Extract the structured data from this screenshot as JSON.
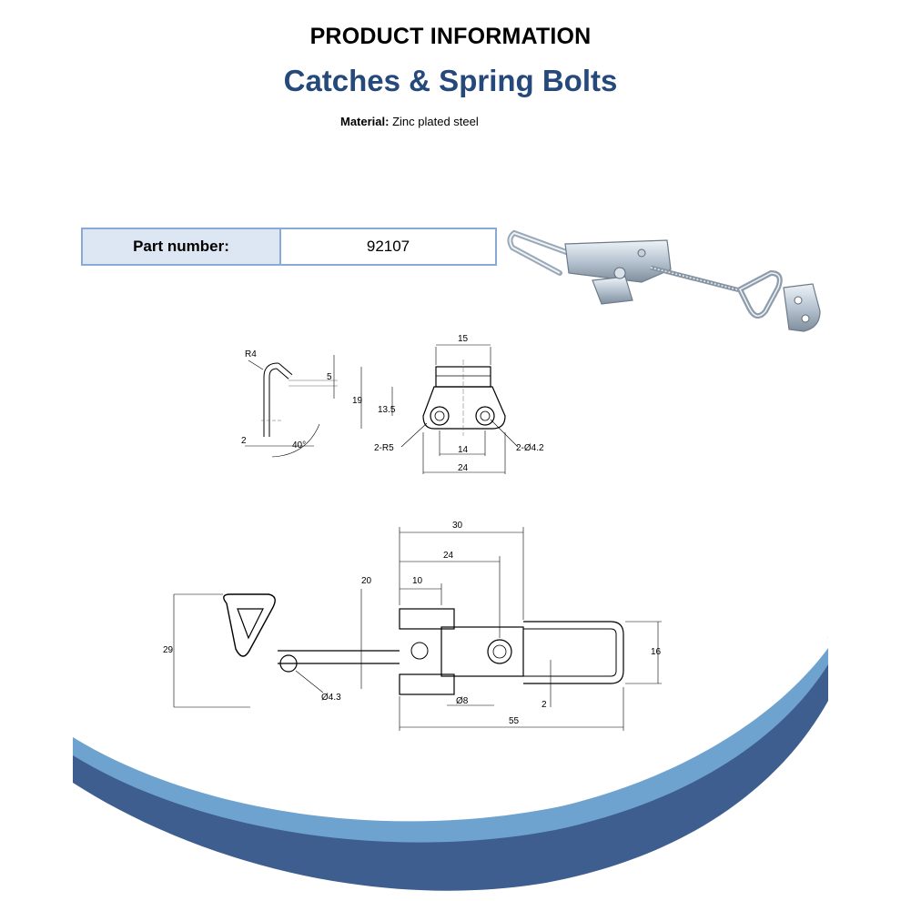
{
  "header": {
    "title": "PRODUCT INFORMATION",
    "subtitle": "Catches & Spring Bolts"
  },
  "material": {
    "label": "Material:",
    "value": "Zinc plated steel"
  },
  "part_table": {
    "label": "Part number:",
    "value": "92107"
  },
  "drawings": {
    "side_view": {
      "dims": [
        "R4",
        "5",
        "2",
        "40°"
      ]
    },
    "bracket_view": {
      "dims": [
        "15",
        "19",
        "13.5",
        "2-R5",
        "14",
        "2-Ø4.2",
        "24"
      ]
    },
    "main_view": {
      "dims": [
        "30",
        "24",
        "20",
        "10",
        "29",
        "16",
        "Ø4.3",
        "Ø8",
        "2",
        "55"
      ]
    }
  },
  "colors": {
    "title_blue": "#24497a",
    "table_border": "#8aaad6",
    "table_fill": "#dde6f3",
    "wave_light": "#6fa3cf",
    "wave_dark": "#3d5e8e"
  }
}
